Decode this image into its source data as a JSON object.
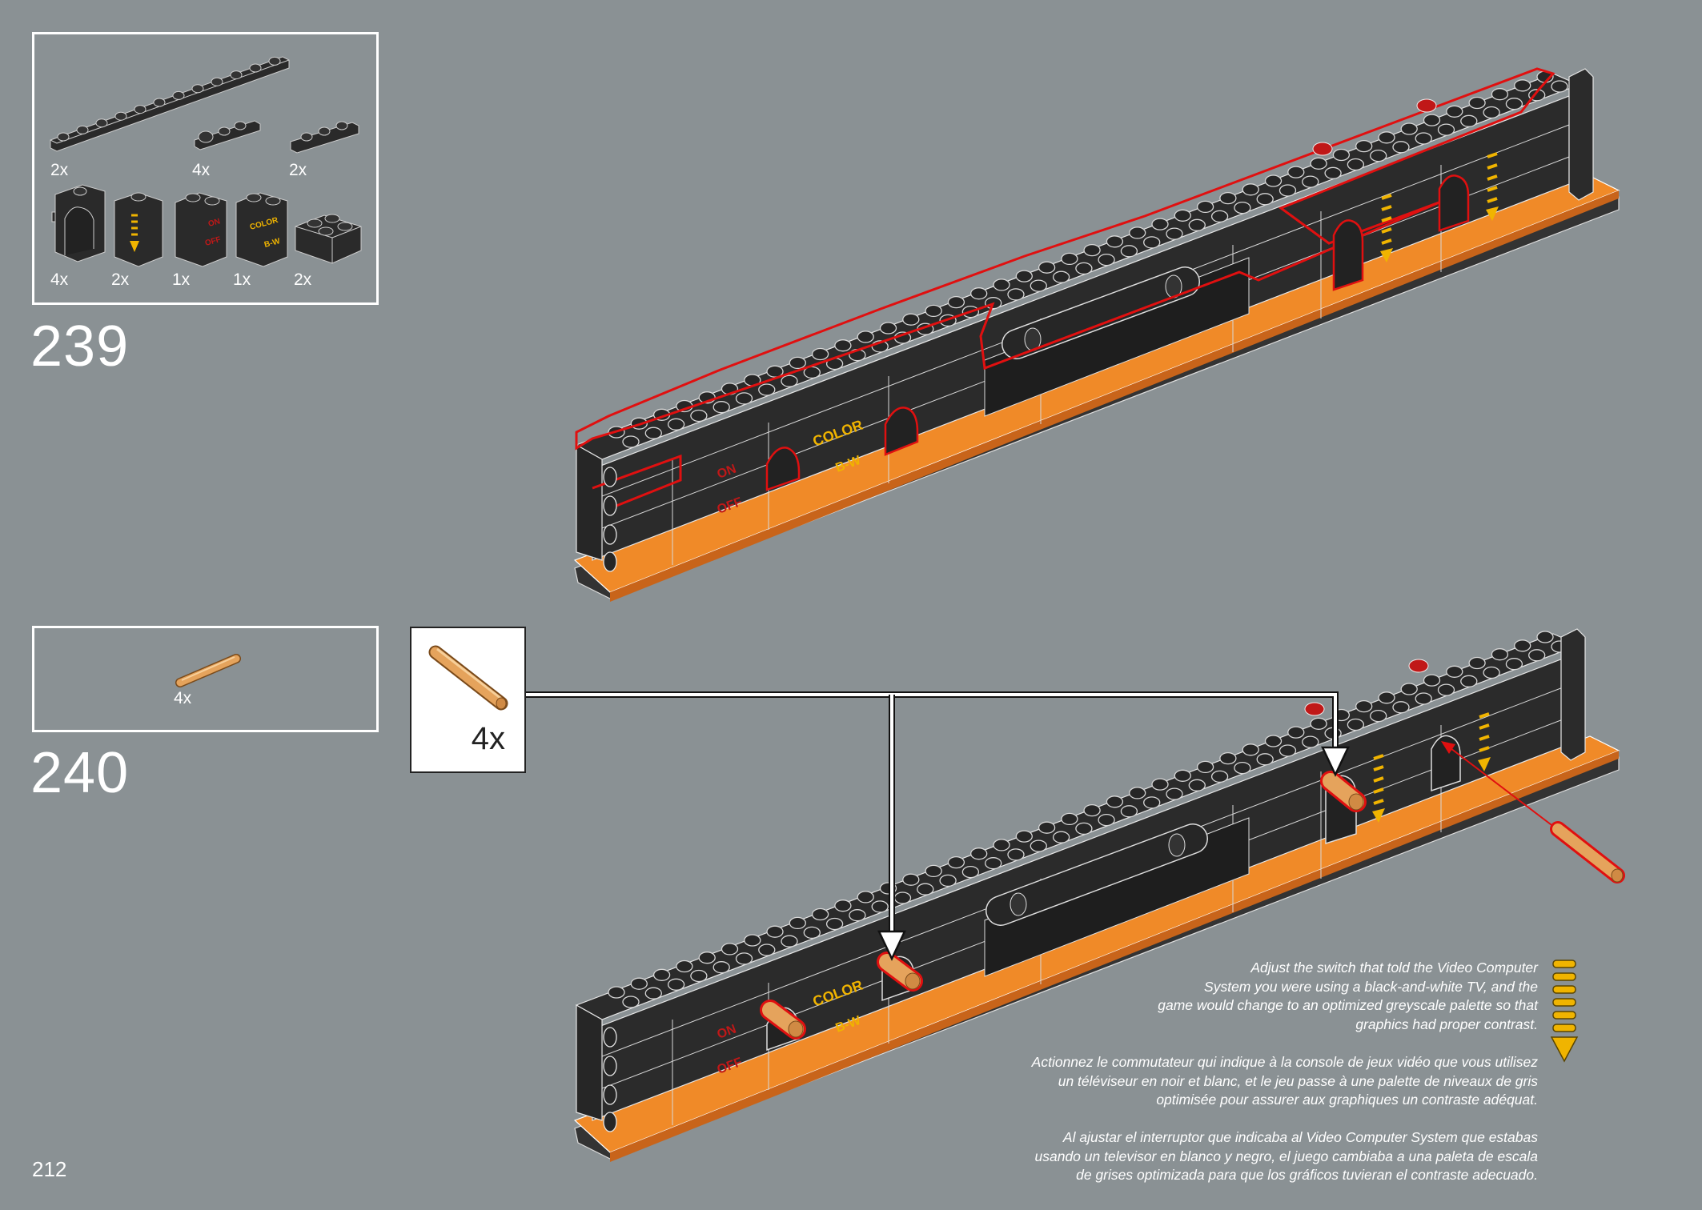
{
  "page": {
    "page_number": "212",
    "colors": {
      "background": "#8a9194",
      "brick": "#2a2a2a",
      "base_plate": "#f08a28",
      "highlight_outline": "#e01010",
      "pin": "#e5a35c",
      "stripe": "#f0b400"
    }
  },
  "step_239": {
    "number": "239",
    "parts": [
      {
        "name": "plate-1x12-icon",
        "qty": "2x"
      },
      {
        "name": "plate-1x2-clip-icon",
        "qty": "4x"
      },
      {
        "name": "plate-1x3-icon",
        "qty": "2x"
      },
      {
        "name": "brick-window-frame-icon",
        "qty": "4x"
      },
      {
        "name": "brick-printed-stripe-icon",
        "qty": "2x"
      },
      {
        "name": "brick-printed-on-off-icon",
        "qty": "1x"
      },
      {
        "name": "brick-printed-color-bw-icon",
        "qty": "1x"
      },
      {
        "name": "brick-2x2-icon",
        "qty": "2x"
      }
    ]
  },
  "step_240": {
    "number": "240",
    "parts": [
      {
        "name": "axle-pin-icon",
        "qty": "4x"
      }
    ],
    "callout_qty": "4x"
  },
  "model_labels": {
    "on": "ON",
    "off": "OFF",
    "color": "COLOR",
    "bw": "B-W"
  },
  "description": {
    "en": [
      "Adjust the switch that told the Video Computer",
      "System you were using a black-and-white TV, and the",
      "game would change to an optimized greyscale palette so that",
      "graphics had proper contrast."
    ],
    "fr": [
      "Actionnez le commutateur qui indique à la console de jeux vidéo que vous utilisez",
      "un téléviseur en noir et blanc, et le jeu passe à une palette de niveaux de gris",
      "optimisée pour assurer aux graphiques un contraste adéquat."
    ],
    "es": [
      "Al ajustar el interruptor que indicaba al Video Computer System que estabas",
      "usando un televisor en blanco y negro, el juego cambiaba a una paleta de escala",
      "de grises optimizada para que los gráficos tuvieran el contraste adecuado."
    ]
  }
}
